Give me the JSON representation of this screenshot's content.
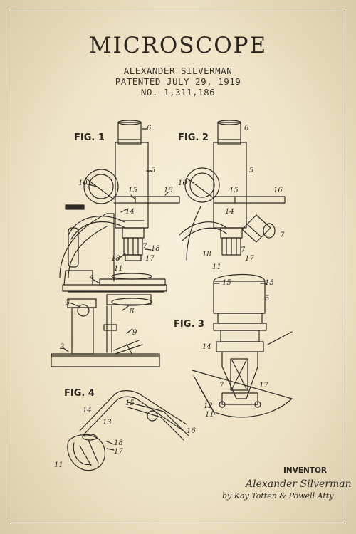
{
  "title": "MICROSCOPE",
  "inventor_name": "ALEXANDER SILVERMAN",
  "patent_date": "PATENTED JULY 29, 1919",
  "patent_number": "NO. 1,311,186",
  "figures": {
    "fig1": "FIG. 1",
    "fig2": "FIG. 2",
    "fig3": "FIG. 3",
    "fig4": "FIG. 4"
  },
  "reference_numbers": {
    "fig1": [
      "6",
      "5",
      "10",
      "15",
      "16",
      "14",
      "18",
      "7",
      "18",
      "11",
      "17",
      "4",
      "3",
      "8",
      "9",
      "2"
    ],
    "fig2": [
      "6",
      "5",
      "10",
      "15",
      "16",
      "14",
      "7",
      "18",
      "7",
      "11",
      "17"
    ],
    "fig3": [
      "15",
      "15",
      "5",
      "14",
      "7",
      "17",
      "12",
      "11"
    ],
    "fig4": [
      "14",
      "15",
      "13",
      "16",
      "18",
      "17",
      "11"
    ]
  },
  "inventor_block": {
    "label": "INVENTOR",
    "signature": "Alexander Silverman",
    "attorney_line": "by Kay Totten & Powell Atty"
  },
  "colors": {
    "paper": "#eee2c4",
    "ink": "#2e2a24"
  }
}
